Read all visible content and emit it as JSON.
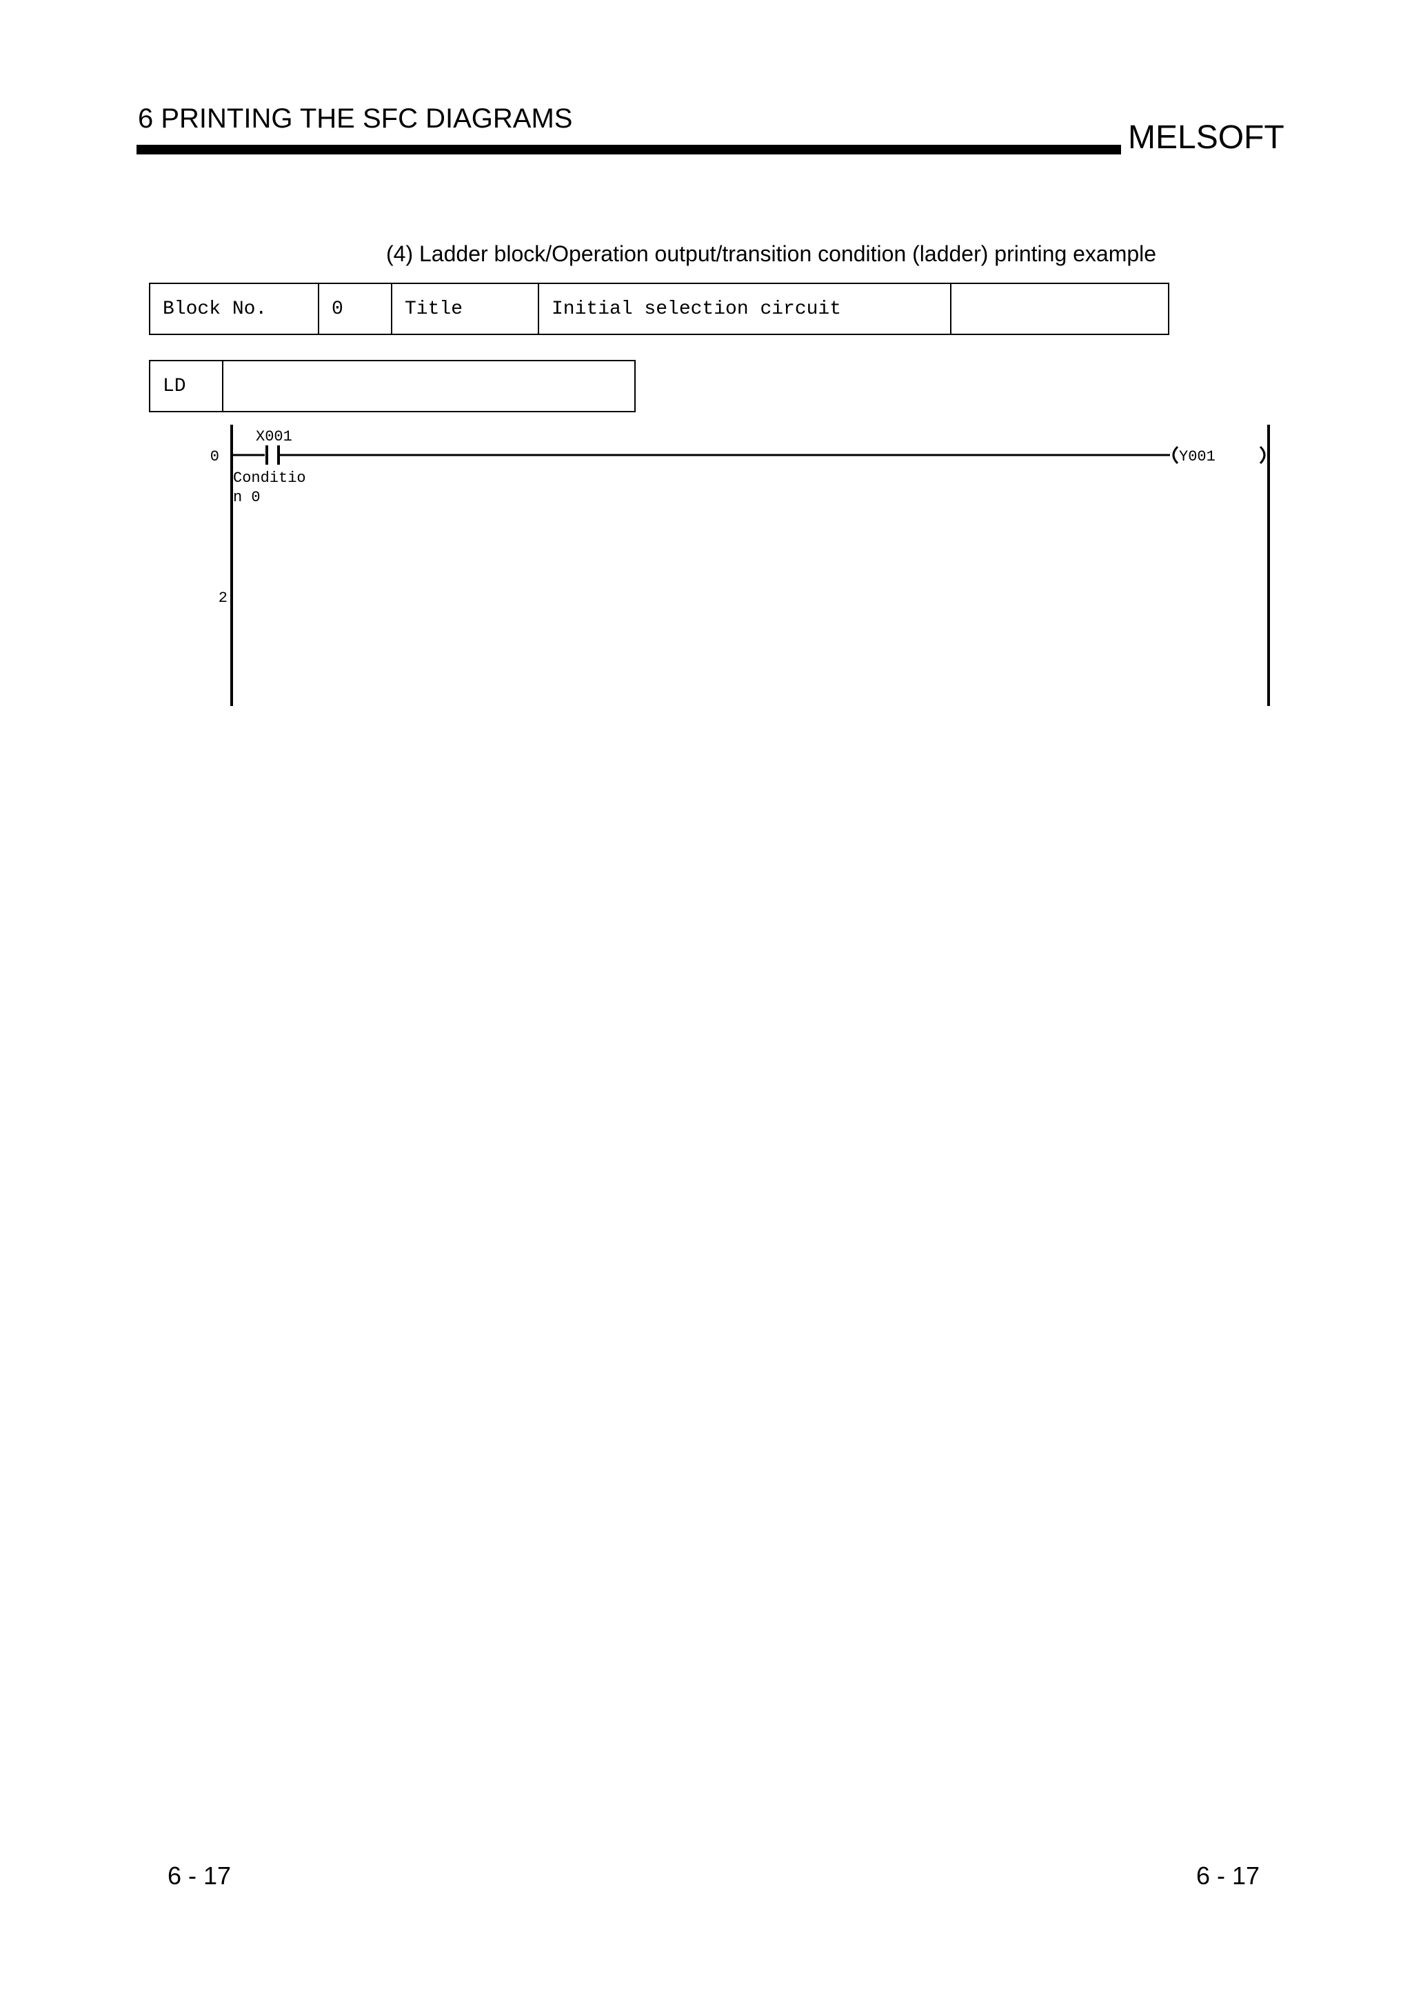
{
  "header": {
    "section_title": "6   PRINTING THE SFC DIAGRAMS",
    "brand": "MELSOFT"
  },
  "caption": "(4) Ladder block/Operation output/transition condition (ladder) printing example",
  "info_table": {
    "block_no_label": "Block No.",
    "block_no_value": "0",
    "title_label": "Title",
    "title_value": "Initial selection circuit",
    "extra_value": ""
  },
  "ld_table": {
    "label": "LD",
    "value": ""
  },
  "ladder": {
    "step_numbers": [
      "0",
      "2"
    ],
    "contact_device": "X001",
    "contact_comment_line1": "Conditio",
    "contact_comment_line2": "n 0",
    "coil_device": "Y001"
  },
  "footer": {
    "page_left": "6 - 17",
    "page_right": "6 - 17"
  }
}
